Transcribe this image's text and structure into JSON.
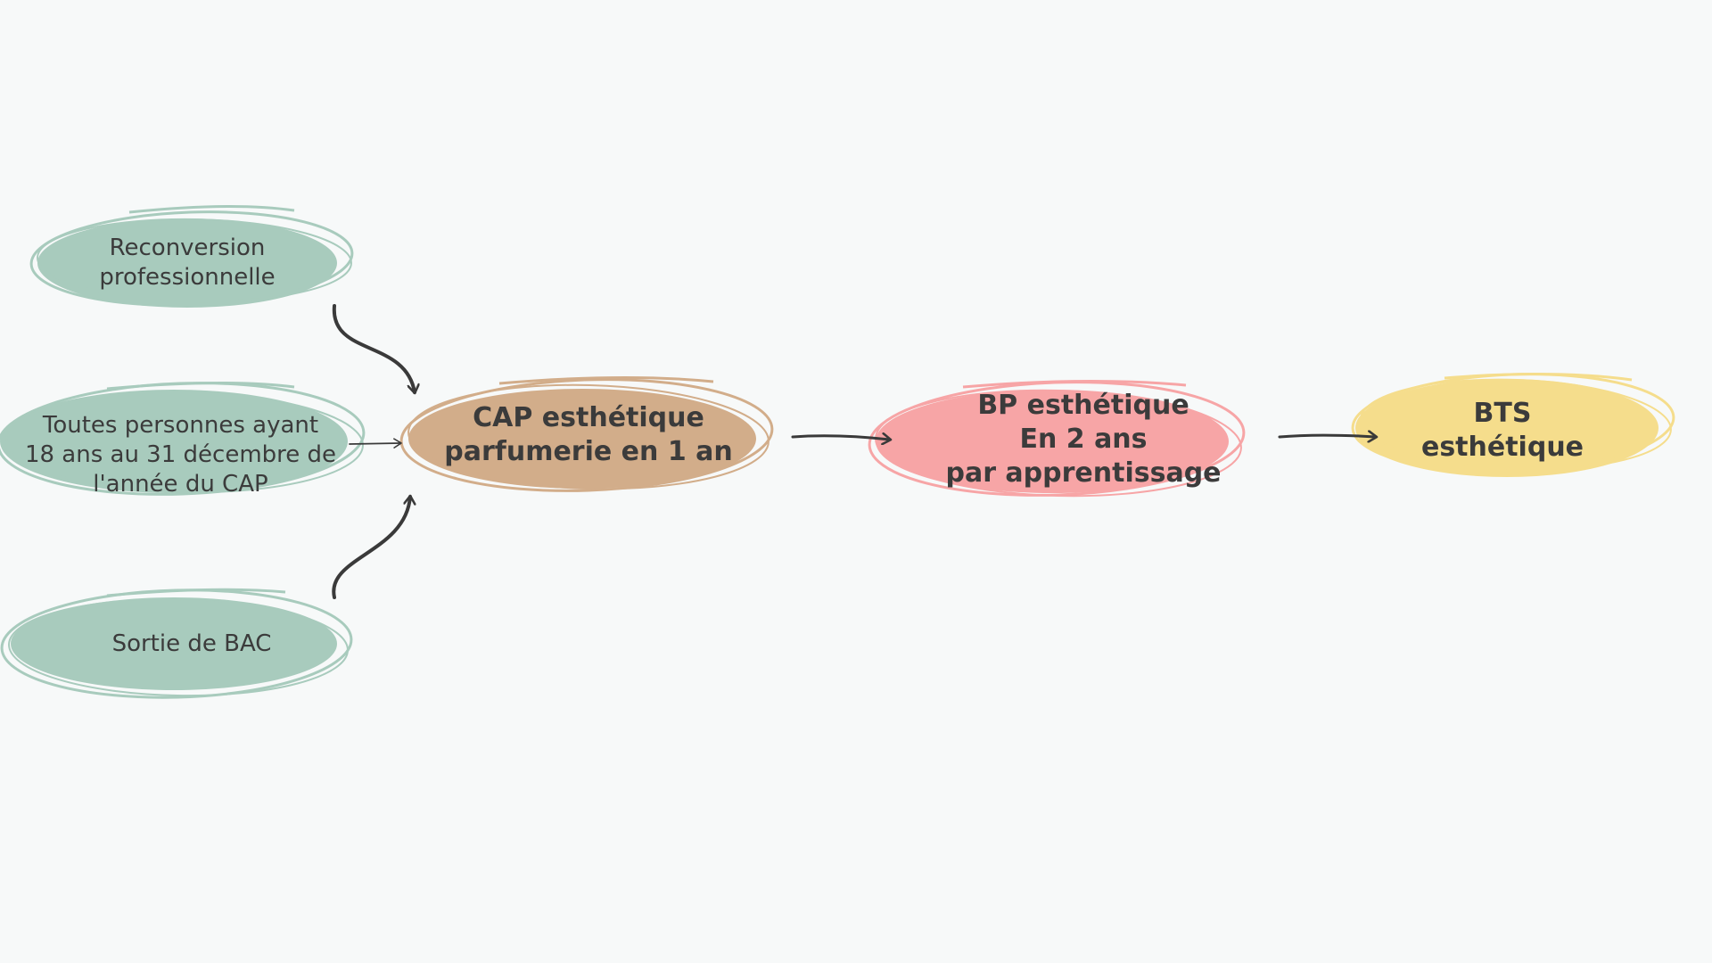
{
  "nodes": {
    "reconversion": {
      "label": "Reconversion\nprofessionnelle",
      "color": "#a8cbbd"
    },
    "toutes_personnes": {
      "label": "Toutes personnes ayant\n18 ans au 31 décembre de\nl'année du CAP",
      "color": "#a8cbbd"
    },
    "sortie_bac": {
      "label": "Sortie de BAC",
      "color": "#a8cbbd"
    },
    "cap": {
      "label": "CAP esthétique\nparfumerie en 1 an",
      "color": "#d2ad8a"
    },
    "bp": {
      "label": "BP esthétique\nEn 2 ans\npar apprentissage",
      "color": "#f7a5a6"
    },
    "bts": {
      "label": "BTS\nesthétique",
      "color": "#f5dd8c"
    }
  },
  "edges": [
    {
      "from": "reconversion",
      "to": "cap"
    },
    {
      "from": "toutes_personnes",
      "to": "cap"
    },
    {
      "from": "sortie_bac",
      "to": "cap"
    },
    {
      "from": "cap",
      "to": "bp"
    },
    {
      "from": "bp",
      "to": "bts"
    }
  ],
  "colors": {
    "background": "#f7f9f9",
    "arrow": "#3a3a3a",
    "text": "#3b3b3b"
  }
}
